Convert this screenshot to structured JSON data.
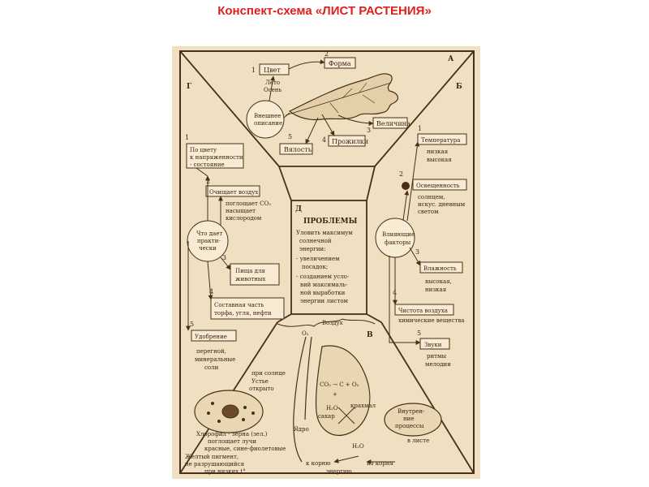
{
  "title": "Конспект-схема  «ЛИСТ РАСТЕНИЯ»",
  "colors": {
    "title": "#e0201c",
    "paper": "#efe0c2",
    "ink": "#3a2412"
  },
  "sections": {
    "a": "А",
    "b": "Б",
    "v": "В",
    "g": "Г",
    "d": "Д"
  },
  "top": {
    "n1": "1",
    "color": "Цвет",
    "summer": "Лето",
    "autumn": "Осень",
    "n2": "2",
    "form": "Форма",
    "outer_desc_1": "Внешнее",
    "outer_desc_2": "описание",
    "n3": "3",
    "size": "Величина",
    "n4": "4",
    "veins": "Прожилки",
    "n5": "5",
    "wilting": "Вялость"
  },
  "left": {
    "n1": "1",
    "c1_1": "По цвету",
    "c1_2": "к напряженности",
    "c1_3": "- состояние",
    "n2": "2",
    "cleans": "Очищает воздух",
    "abs_1": "поглощает CO₂",
    "abs_2": "насыщает",
    "abs_3": "кислородом",
    "center_1": "Что дает",
    "center_2": "практи-",
    "center_3": "чески",
    "n3": "3",
    "food_1": "Пища для",
    "food_2": "животных",
    "n4": "4",
    "part_1": "Составная часть",
    "part_2": "торфа, угля, нефти",
    "n5": "5",
    "fert": "Удобрение",
    "hum_1": "перегной,",
    "hum_2": "минеральные",
    "hum_3": "соли"
  },
  "right": {
    "n1": "1",
    "temp": "Температура",
    "temp_low": "низкая",
    "temp_high": "высокая",
    "n2": "2",
    "light": "Освещенность",
    "light_1": "солнцем,",
    "light_2": "искус. дневным",
    "light_3": "светом",
    "center_1": "Влияющие",
    "center_2": "факторы",
    "n3": "3",
    "humidity": "Влажность",
    "hum_high": "высокая,",
    "hum_low": "низкая",
    "n4": "4",
    "purity": "Чистота воздуха",
    "chem": "химические вещества",
    "n5": "5",
    "sounds": "Звуки",
    "rhythm": "ритмы",
    "melody": "мелодии"
  },
  "center": {
    "heading": "ПРОБЛЕМЫ",
    "lines": [
      "Уловить максимум",
      "солнечной",
      "энергии:",
      "- увеличением",
      "посадок;",
      "- созданием усло-",
      "вий максималь-",
      "ной выработки",
      "энергии листом"
    ]
  },
  "bottom": {
    "air": "Воздух",
    "o2": "O₂",
    "at_sun": "при солнце",
    "stoma_1": "Устье",
    "stoma_2": "открыто",
    "reaction": "CO₂ → C + O₂",
    "plus": "+",
    "sugar": "сахар",
    "h2o": "H₂O",
    "starch": "крахмал",
    "inner_1": "Внутрен-",
    "inner_2": "ние",
    "inner_3": "процессы",
    "nucleus": "Ядро",
    "chloro_1": "Хлорофил - зерна (зел.)",
    "chloro_2": "поглощает лучи",
    "pigment_1": "красные, сине-фиолетовые",
    "pigment_2": "Желтый пигмент,",
    "pigment_3": "не разрушающийся",
    "pigment_4": "при низких t°",
    "h2o_2": "H₂O",
    "to_root": "к корню",
    "from_root": "из корня",
    "energy": "энергию",
    "roots": "в листе"
  }
}
